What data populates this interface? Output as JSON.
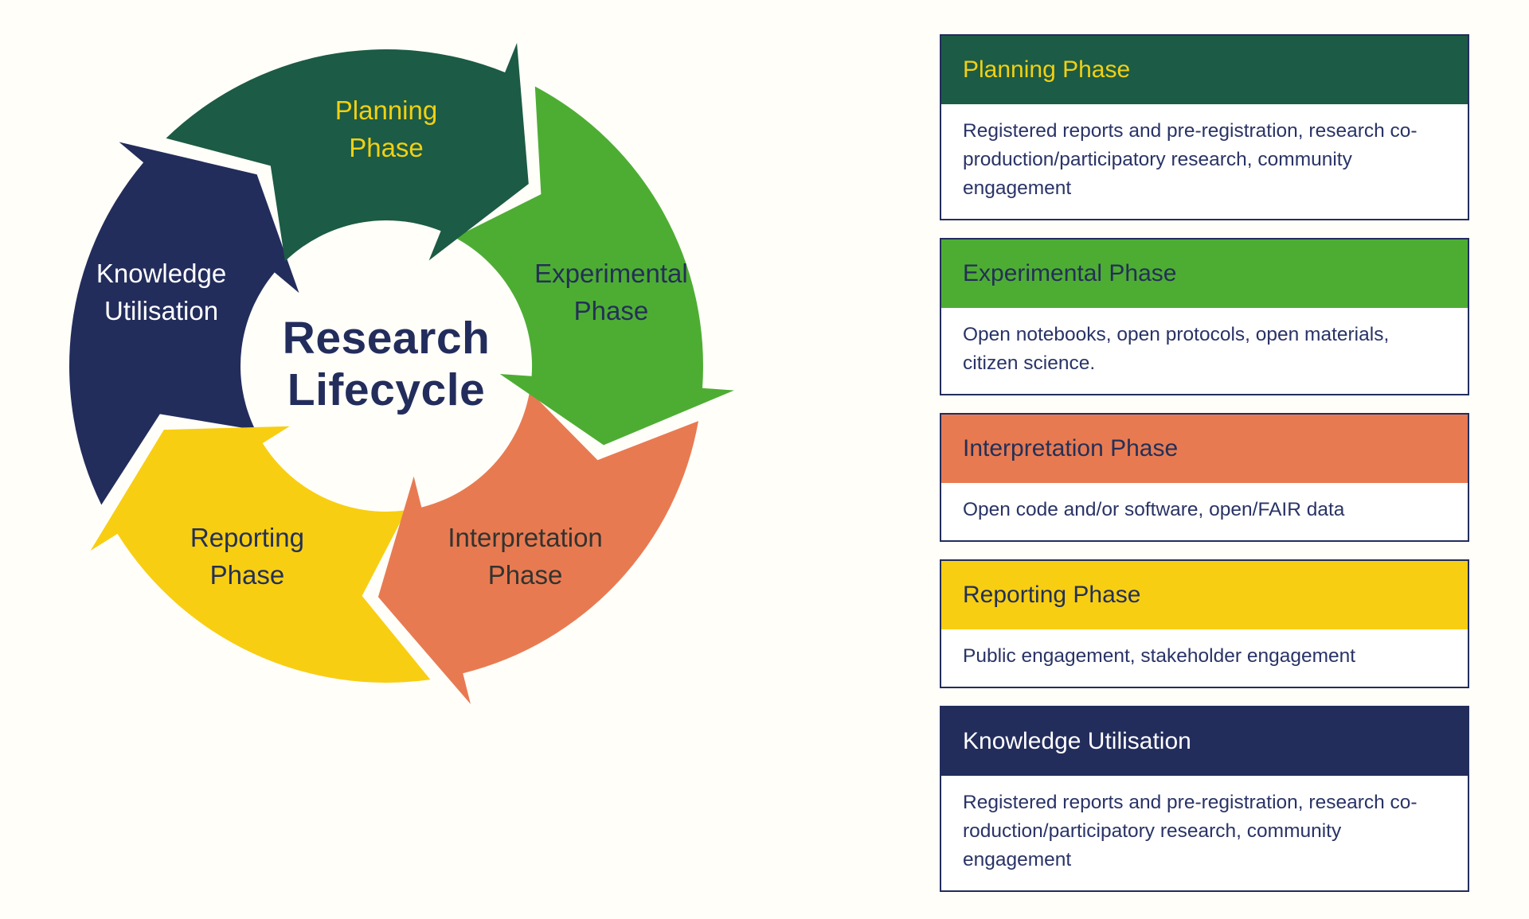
{
  "colors": {
    "background": "#FFFEF9",
    "navy": "#232D5C",
    "dark_green": "#1C5B45",
    "green": "#4DAD33",
    "orange": "#E87A52",
    "yellow": "#F8CE12",
    "yellow_text": "#F1D013",
    "body_text": "#293366",
    "white": "#FFFFFF"
  },
  "cycle": {
    "center_line1": "Research",
    "center_line2": "Lifecycle",
    "center_color": "#232D5C",
    "segments": [
      {
        "id": "planning",
        "line1": "Planning",
        "line2": "Phase",
        "fill": "#1C5B45",
        "label_color": "#F1D013",
        "start_angle": -36
      },
      {
        "id": "experimental",
        "line1": "Experimental",
        "line2": "Phase",
        "fill": "#4DAD33",
        "label_color": "#233056",
        "start_angle": 36
      },
      {
        "id": "interpretation",
        "line1": "Interpretation",
        "line2": "Phase",
        "fill": "#E87A52",
        "label_color": "#33332E",
        "start_angle": 108
      },
      {
        "id": "reporting",
        "line1": "Reporting",
        "line2": "Phase",
        "fill": "#F8CE12",
        "label_color": "#233056",
        "start_angle": 180
      },
      {
        "id": "knowledge",
        "line1": "Knowledge",
        "line2": "Utilisation",
        "fill": "#232D5C",
        "label_color": "#FFFFFF",
        "start_angle": 252
      }
    ]
  },
  "legend": {
    "items": [
      {
        "title": "Planning Phase",
        "header_bg": "#1C5B45",
        "title_color": "#F1D013",
        "body": "Registered reports and pre-registration, research co-production/participatory research, community engagement"
      },
      {
        "title": "Experimental Phase",
        "header_bg": "#4DAD33",
        "title_color": "#233056",
        "body": "Open notebooks, open protocols, open materials, citizen science."
      },
      {
        "title": "Interpretation Phase",
        "header_bg": "#E87A52",
        "title_color": "#233056",
        "body": "Open code and/or software, open/FAIR data"
      },
      {
        "title": "Reporting Phase",
        "header_bg": "#F8CE12",
        "title_color": "#233056",
        "body": "Public engagement, stakeholder engagement"
      },
      {
        "title": "Knowledge Utilisation",
        "header_bg": "#232D5C",
        "title_color": "#FFFFFF",
        "body": "Registered reports and pre-registration, research co-roduction/participatory research, community engagement"
      }
    ]
  }
}
